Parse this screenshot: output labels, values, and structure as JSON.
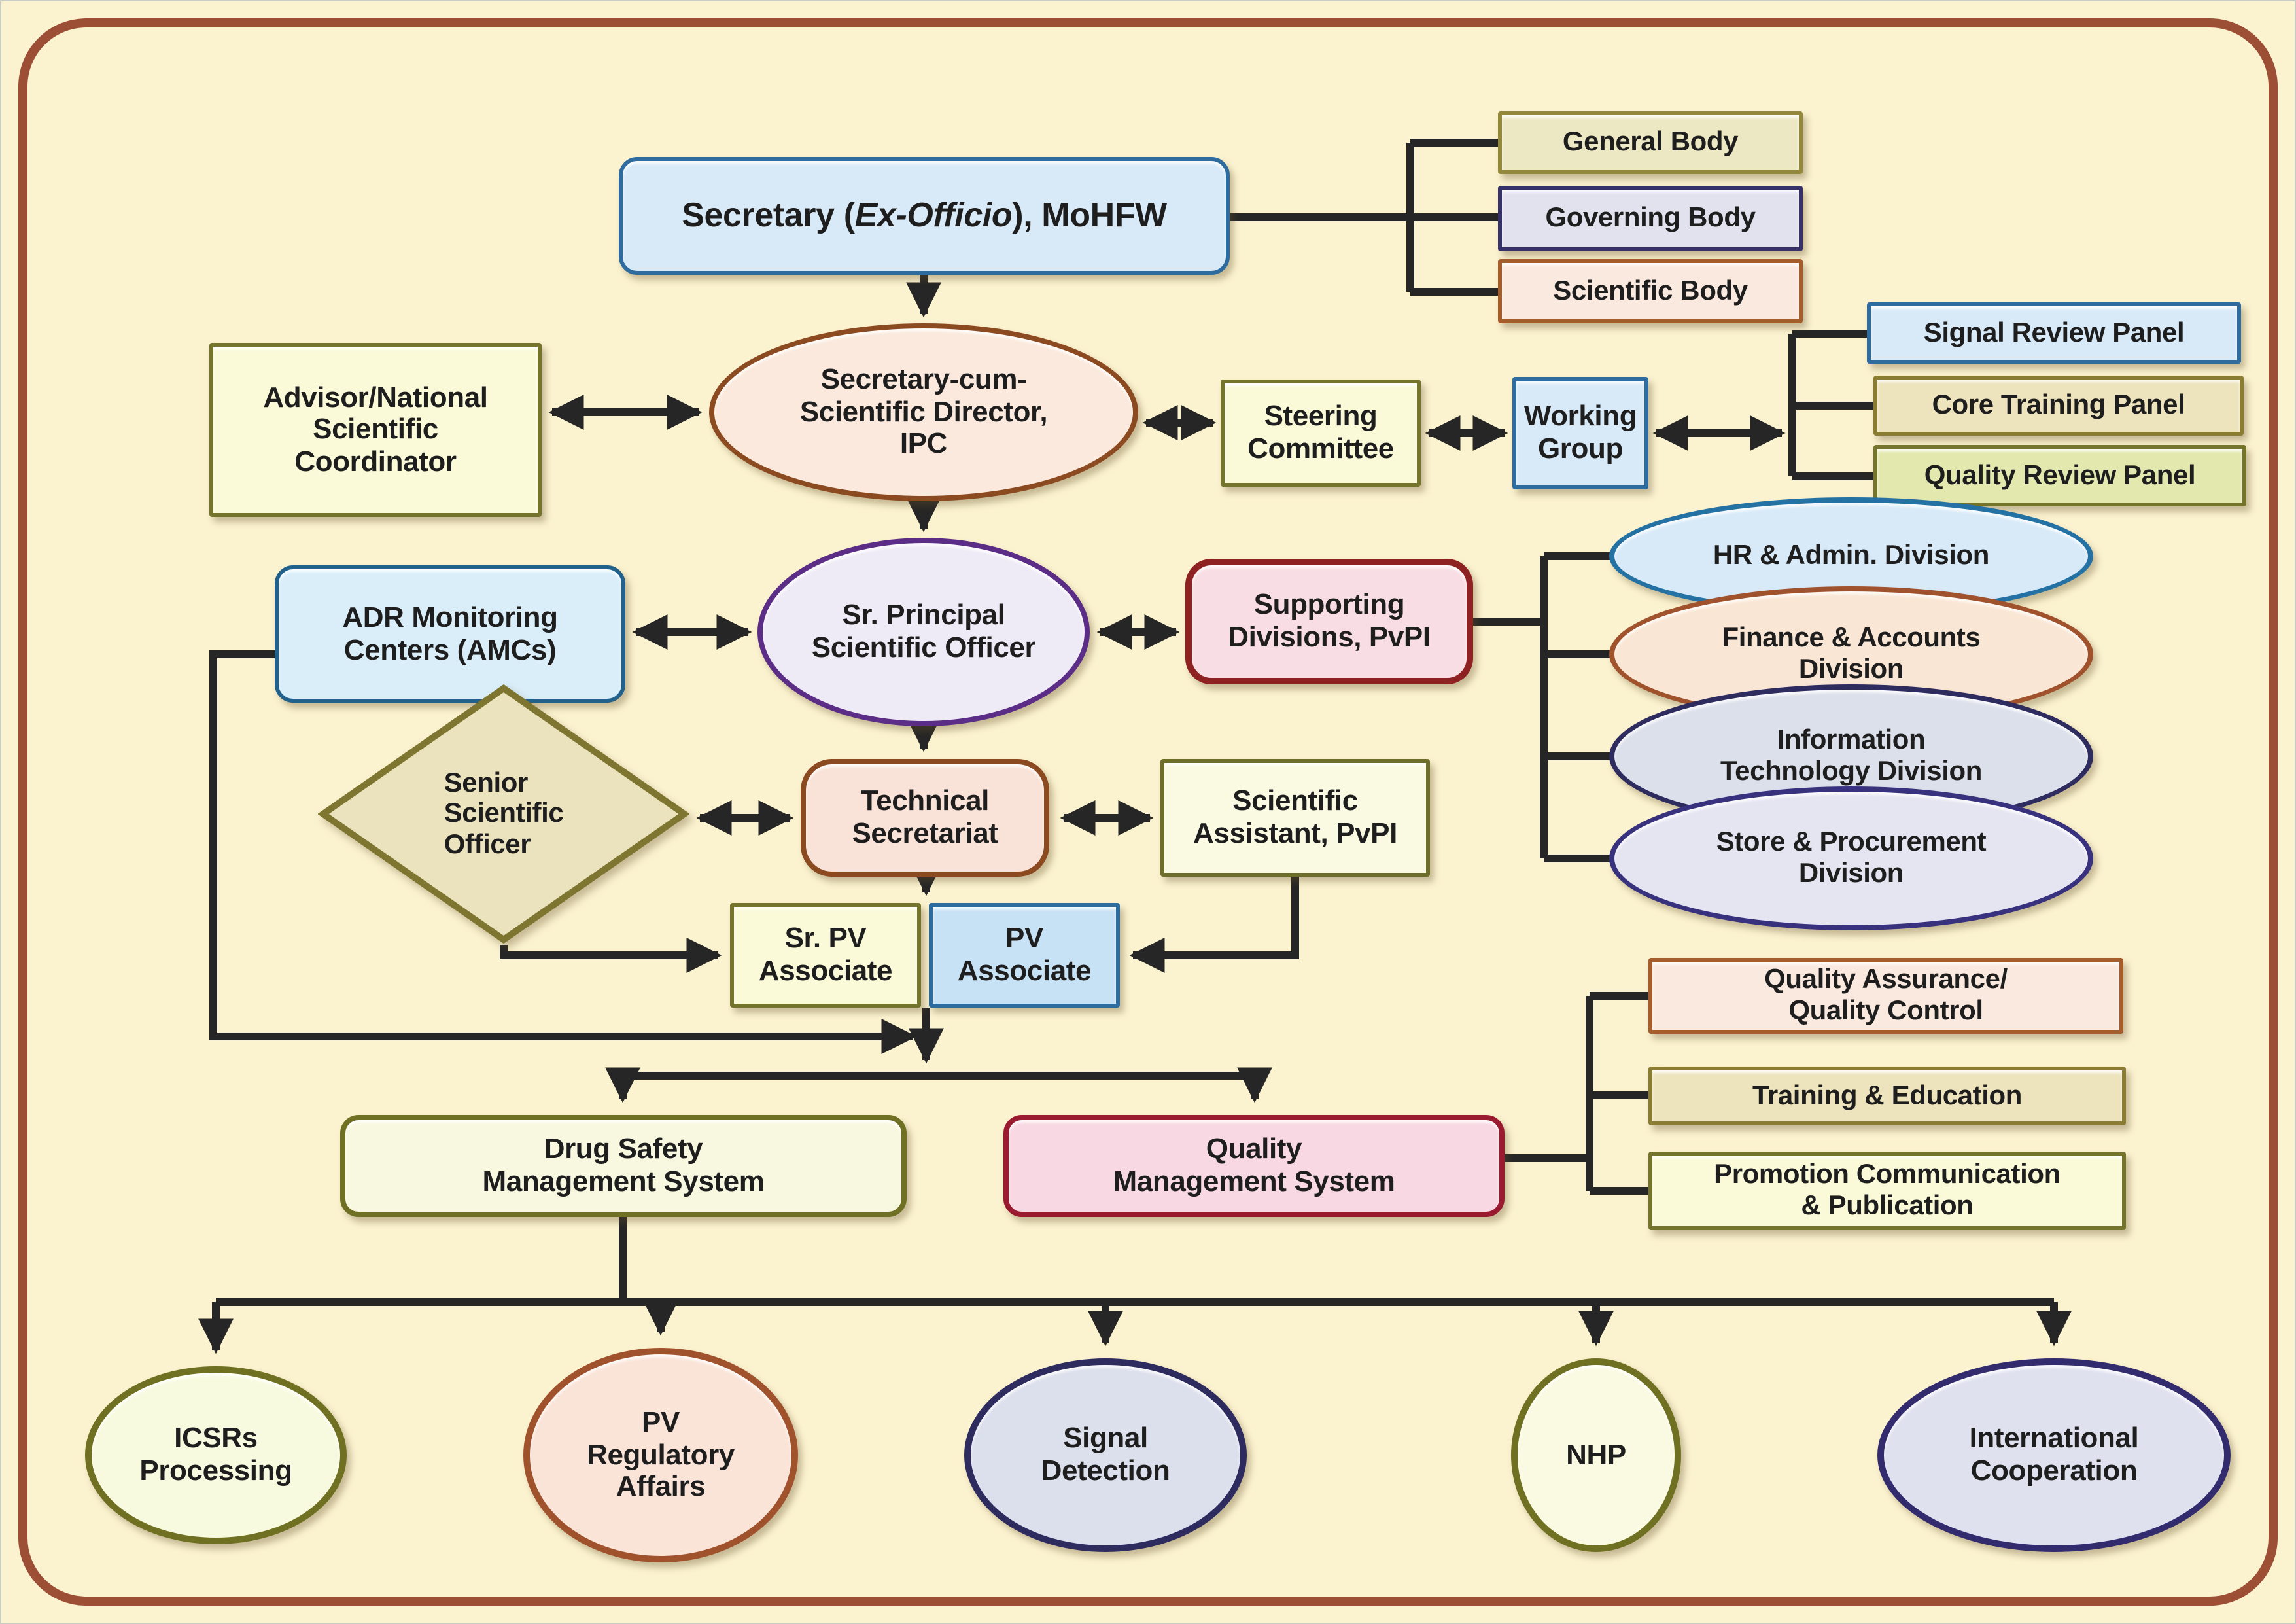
{
  "canvas": {
    "background": "#FBF2CF",
    "frame_border": "#9D4F36",
    "connector_color": "#262626",
    "text_color": "#1E1E1E"
  },
  "nodes": {
    "secretary": {
      "prefix": "Secretary (",
      "emphasis": "Ex-Officio",
      "suffix": "), MoHFW",
      "fill": "#D8EAF8",
      "border": "#2E6B9E"
    },
    "general_body": {
      "label": "General Body",
      "fill": "#EDE8C4",
      "border": "#94893B"
    },
    "governing_body": {
      "label": "Governing Body",
      "fill": "#E1E2EE",
      "border": "#363168"
    },
    "scientific_body": {
      "label": "Scientific Body",
      "fill": "#FAE9DF",
      "border": "#A55E2B"
    },
    "advisor": {
      "label": "Advisor/National\nScientific\nCoordinator",
      "fill": "#FAFAD8",
      "border": "#75742D"
    },
    "ipc_director": {
      "label": "Secretary-cum-\nScientific Director,\nIPC",
      "fill": "#FAE9DC",
      "border": "#8C4A21"
    },
    "steering_committee": {
      "label": "Steering\nCommittee",
      "fill": "#FAFAD8",
      "border": "#75742D"
    },
    "working_group": {
      "label": "Working\nGroup",
      "fill": "#D8EAF8",
      "border": "#2E6B9E"
    },
    "signal_review_panel": {
      "label": "Signal Review Panel",
      "fill": "#D8EAF8",
      "border": "#2E6B9E"
    },
    "core_training_panel": {
      "label": "Core Training Panel",
      "fill": "#EDE3BC",
      "border": "#8A7C33"
    },
    "quality_review_panel": {
      "label": "Quality Review Panel",
      "fill": "#E3E8AE",
      "border": "#75742D"
    },
    "adr_centers": {
      "label": "ADR Monitoring\nCenters (AMCs)",
      "fill": "#D9EEF9",
      "border": "#21618C"
    },
    "sr_principal_so": {
      "label": "Sr. Principal\nScientific Officer",
      "fill": "#EFEBF6",
      "border": "#5B2D86"
    },
    "supporting_divisions": {
      "label": "Supporting\nDivisions, PvPI",
      "fill": "#F8DEE4",
      "border": "#8E2222"
    },
    "hr_admin_division": {
      "label": "HR & Admin. Division",
      "fill": "#D8EAF8",
      "border": "#2471A3"
    },
    "finance_accounts_division": {
      "label": "Finance & Accounts\nDivision",
      "fill": "#FAE6D4",
      "border": "#A0522D"
    },
    "it_division": {
      "label": "Information\nTechnology Division",
      "fill": "#DCE0EB",
      "border": "#2E2B5F"
    },
    "store_procurement_division": {
      "label": "Store & Procurement\nDivision",
      "fill": "#E5E4F1",
      "border": "#38317D"
    },
    "senior_scientific_officer": {
      "label": "Senior\nScientific\nOfficer",
      "fill": "#EAE3BE",
      "border": "#7D7530"
    },
    "technical_secretariat": {
      "label": "Technical\nSecretariat",
      "fill": "#F9E2D7",
      "border": "#8C4A21"
    },
    "scientific_assistant": {
      "label": "Scientific\nAssistant, PvPI",
      "fill": "#FAFAE2",
      "border": "#6E6E2B"
    },
    "sr_pv_associate": {
      "label": "Sr. PV\nAssociate",
      "fill": "#FAFAD8",
      "border": "#75742D"
    },
    "pv_associate": {
      "label": "PV\nAssociate",
      "fill": "#C8E2F5",
      "border": "#2E6B9E"
    },
    "drug_safety_ms": {
      "label": "Drug Safety\nManagement System",
      "fill": "#F8F8E0",
      "border": "#6F7023"
    },
    "quality_ms": {
      "label": "Quality\nManagement System",
      "fill": "#F8D8E2",
      "border": "#9A1B30"
    },
    "qa_qc": {
      "label": "Quality Assurance/\nQuality Control",
      "fill": "#FAE9DF",
      "border": "#A55E2B"
    },
    "training_education": {
      "label": "Training & Education",
      "fill": "#EDE3BC",
      "border": "#8A7C33"
    },
    "promotion_publication": {
      "label": "Promotion Communication\n& Publication",
      "fill": "#F8F8DC",
      "border": "#75742D"
    },
    "icsrs_processing": {
      "label": "ICSRs\nProcessing",
      "fill": "#F8FAE0",
      "border": "#6F7021"
    },
    "pv_regulatory_affairs": {
      "label": "PV\nRegulatory\nAffairs",
      "fill": "#FAE4D8",
      "border": "#A0522D"
    },
    "signal_detection": {
      "label": "Signal\nDetection",
      "fill": "#DCDFEC",
      "border": "#2E2B5F"
    },
    "nhp": {
      "label": "NHP",
      "fill": "#FAFAE2",
      "border": "#6F7021"
    },
    "international_cooperation": {
      "label": "International\nCooperation",
      "fill": "#DFE1EF",
      "border": "#322C6E"
    }
  }
}
